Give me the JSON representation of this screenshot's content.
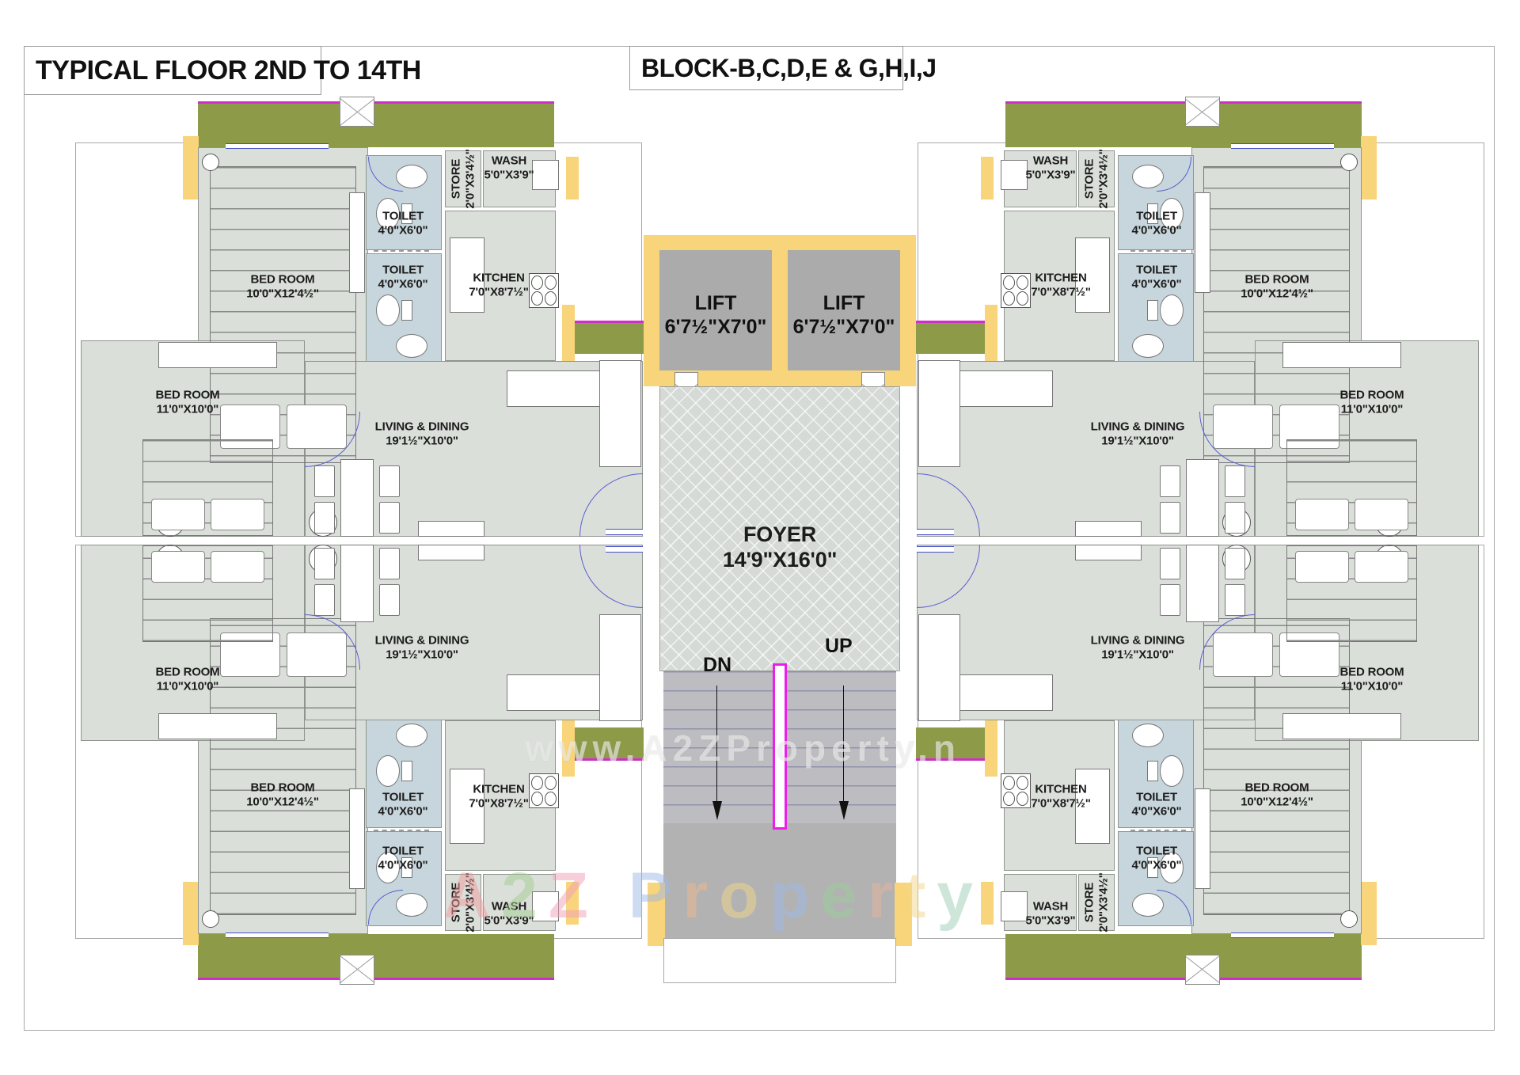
{
  "title": "TYPICAL FLOOR 2ND TO 14TH",
  "block_label": "BLOCK-B,C,D,E & G,H,I,J",
  "core": {
    "lift": {
      "label": "LIFT",
      "size": "6'7½\"X7'0\""
    },
    "foyer": {
      "label": "FOYER",
      "size": "14'9\"X16'0\""
    },
    "stairs": {
      "down": "DN",
      "up": "UP"
    }
  },
  "rooms": {
    "bedroom_large": {
      "label": "BED ROOM",
      "size": "10'0\"X12'4½\""
    },
    "bedroom_small": {
      "label": "BED ROOM",
      "size": "11'0\"X10'0\""
    },
    "toilet": {
      "label": "TOILET",
      "size": "4'0\"X6'0\""
    },
    "store": {
      "label": "STORE",
      "size": "2'0\"X3'4½\""
    },
    "wash": {
      "label": "WASH",
      "size": "5'0\"X3'9\""
    },
    "kitchen": {
      "label": "KITCHEN",
      "size": "7'0\"X8'7½\""
    },
    "living": {
      "label": "LIVING & DINING",
      "size": "19'1½\"X10'0\""
    }
  },
  "watermarks": {
    "center": "www.A2ZProperty.n",
    "bottom_letters": [
      {
        "ch": "A",
        "color": "#f09d9d"
      },
      {
        "ch": "2",
        "color": "#a4cf90"
      },
      {
        "ch": "Z",
        "color": "#f0a0b8"
      },
      {
        "ch": " ",
        "color": "#ffffff"
      },
      {
        "ch": "P",
        "color": "#9db8e8"
      },
      {
        "ch": "r",
        "color": "#f0b98d"
      },
      {
        "ch": "o",
        "color": "#f3d98b"
      },
      {
        "ch": "p",
        "color": "#9db8e8"
      },
      {
        "ch": "e",
        "color": "#9ccf9c"
      },
      {
        "ch": "r",
        "color": "#e8b59d"
      },
      {
        "ch": "t",
        "color": "#f3d98b"
      },
      {
        "ch": "y",
        "color": "#9ccfb5"
      }
    ]
  },
  "colors": {
    "balcony_green": "#8d9b49",
    "column_yellow": "#f8d47a",
    "floor_gray": "#dbdfda",
    "toilet_floor": "#c7d6dc",
    "lift_floor": "#ababab",
    "stair_floor": "#bdbdc1",
    "magenta_edge": "#cf2fc8",
    "rail_magenta": "#ea1fea",
    "door_blue": "#5a5fd0"
  }
}
